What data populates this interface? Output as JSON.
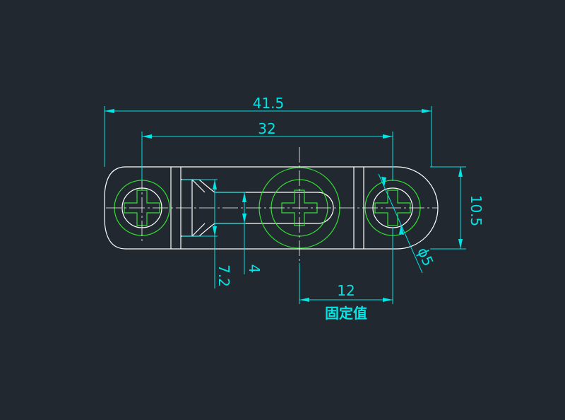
{
  "dimensions": {
    "overall_length": "41.5",
    "hole_spacing": "32",
    "height": "10.5",
    "slot_width": "4",
    "slot_depth": "7.2",
    "hole_diameter": "ϕ5",
    "fixed_offset": "12"
  },
  "note": {
    "label": "固定值"
  },
  "colors": {
    "background": "#212830",
    "outline": "#ffffff",
    "dimension": "#00e5e5",
    "screw": "#33dd33"
  }
}
